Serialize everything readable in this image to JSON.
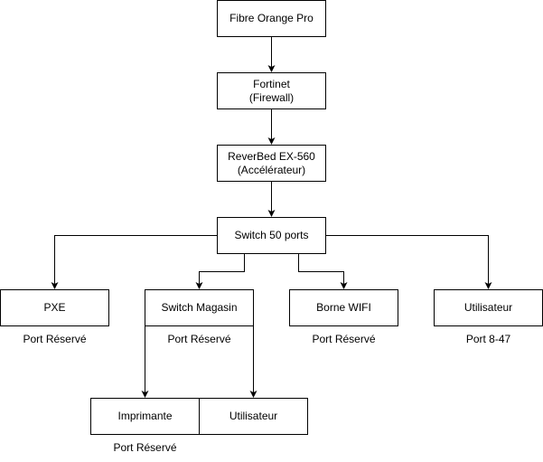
{
  "nodes": {
    "fibre": "Fibre Orange Pro",
    "fortinet": "Fortinet\n(Firewall)",
    "reverbed": "ReverBed EX-560\n(Accélérateur)",
    "switch50": "Switch 50 ports",
    "pxe": "PXE",
    "switch_magasin": "Switch Magasin",
    "borne_wifi": "Borne WIFI",
    "utilisateur": "Utilisateur",
    "imprimante": "Imprimante",
    "utilisateur_magasin": "Utilisateur"
  },
  "captions": {
    "pxe": "Port Réservé",
    "switch_magasin": "Port Réservé",
    "borne_wifi": "Port Réservé",
    "utilisateur": "Port 8-47",
    "imprimante": "Port Réservé"
  },
  "colors": {
    "stroke": "#000000",
    "fill": "#ffffff"
  }
}
